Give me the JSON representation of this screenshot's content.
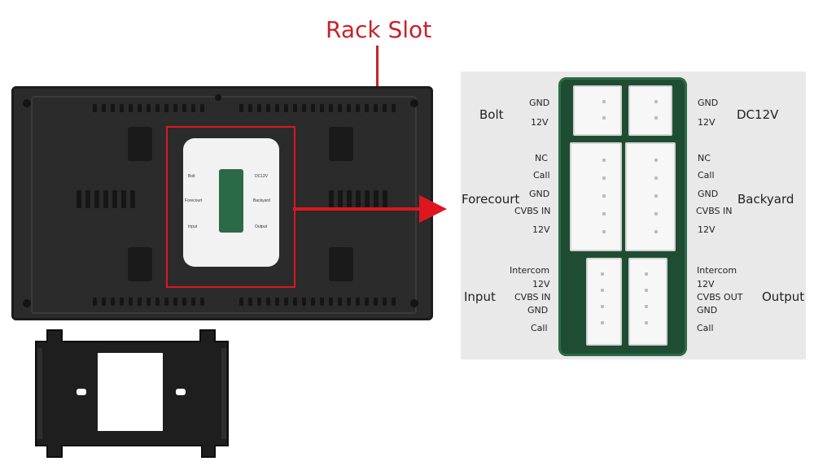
{
  "title": "Rack Slot",
  "colors": {
    "callout_red": "#e0161f",
    "pcb_green": "#1f4d33",
    "device_body": "#2b2b2b"
  },
  "groups": {
    "bolt": "Bolt",
    "dc12v": "DC12V",
    "forecourt": "Forecourt",
    "backyard": "Backyard",
    "input": "Input",
    "output": "Output"
  },
  "pins": {
    "bolt": [
      "GND",
      "12V"
    ],
    "dc12v": [
      "GND",
      "12V"
    ],
    "forecourt": [
      "NC",
      "Call",
      "GND",
      "CVBS IN",
      "12V"
    ],
    "backyard": [
      "NC",
      "Call",
      "GND",
      "CVBS IN",
      "12V"
    ],
    "input": [
      "Intercom",
      "12V",
      "CVBS IN",
      "GND",
      "Call"
    ],
    "output": [
      "Intercom",
      "12V",
      "CVBS OUT",
      "GND",
      "Call"
    ]
  }
}
